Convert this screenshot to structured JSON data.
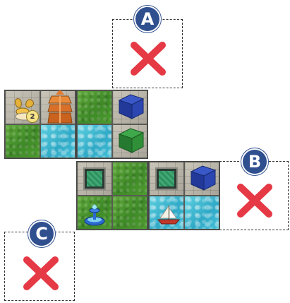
{
  "zones": [
    {
      "id": "zone-a",
      "letter": "A",
      "status": "invalid",
      "icon": "red-x-icon"
    },
    {
      "id": "zone-b",
      "letter": "B",
      "status": "invalid",
      "icon": "red-x-icon"
    },
    {
      "id": "zone-c",
      "letter": "C",
      "status": "invalid",
      "icon": "red-x-icon"
    }
  ],
  "tiles": {
    "top_left": {
      "cells": [
        "stone",
        "stone",
        "grass",
        "water"
      ],
      "pieces": [
        "bee-icon",
        "orange-pagoda-icon"
      ],
      "badge_number": "2"
    },
    "top_right": {
      "cells": [
        "grass",
        "stone",
        "water",
        "stone"
      ],
      "pieces": [
        "blue-pagoda-icon",
        "green-pagoda-icon"
      ]
    },
    "bottom_left": {
      "cells": [
        "stone",
        "grass",
        "grass",
        "grass"
      ],
      "pieces": [
        "garden-enclosure-icon",
        "blue-fountain-icon"
      ]
    },
    "bottom_right": {
      "cells": [
        "stone",
        "stone",
        "water",
        "water"
      ],
      "pieces": [
        "garden-enclosure-icon",
        "blue-pagoda-icon",
        "sailboat-icon"
      ]
    }
  },
  "colors": {
    "badge": "#2f4f8f",
    "cross": "#e53945"
  }
}
